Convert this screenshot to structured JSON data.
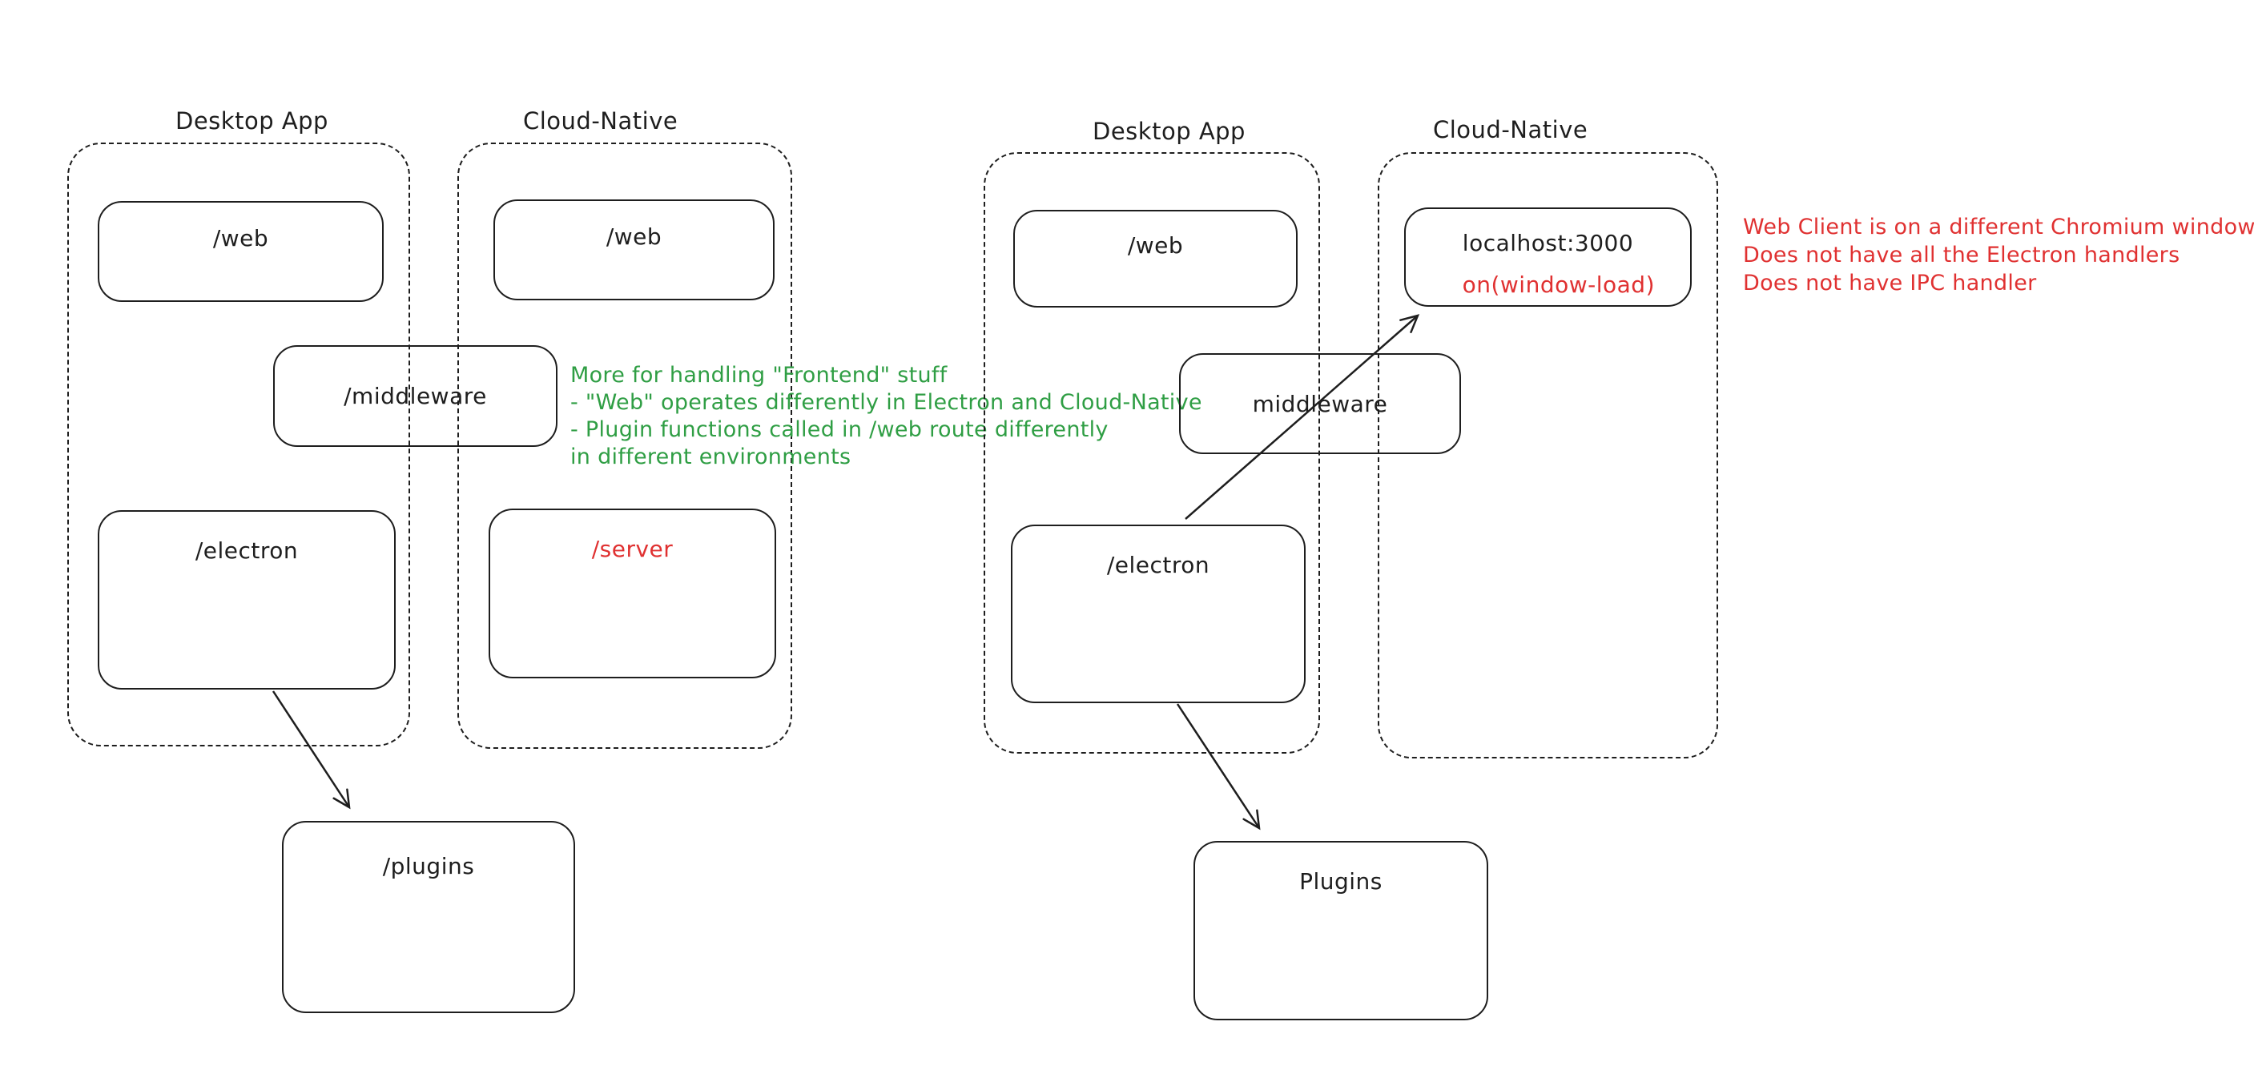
{
  "colors": {
    "stroke": "#1e1e1e",
    "green": "#2f9e44",
    "red": "#e03131",
    "background": "#ffffff"
  },
  "diagram_left": {
    "desktop_group_title": "Desktop App",
    "cloud_group_title": "Cloud-Native",
    "desktop_web_label": "/web",
    "cloud_web_label": "/web",
    "middleware_label": "/middleware",
    "electron_label": "/electron",
    "server_label": "/server",
    "plugins_label": "/plugins",
    "note_lines": [
      "More for handling \"Frontend\" stuff",
      "- \"Web\" operates differently in Electron and Cloud-Native",
      "- Plugin functions called in /web route differently",
      "in different environments"
    ]
  },
  "diagram_right": {
    "desktop_group_title": "Desktop App",
    "cloud_group_title": "Cloud-Native",
    "desktop_web_label": "/web",
    "localhost_label": "localhost:3000",
    "localhost_sub_label": "on(window-load)",
    "middleware_label": "middleware",
    "electron_label": "/electron",
    "plugins_label": "Plugins",
    "note_lines": [
      "Web Client is on a different Chromium window",
      "Does not have all the Electron handlers",
      "Does not have IPC handler"
    ]
  }
}
